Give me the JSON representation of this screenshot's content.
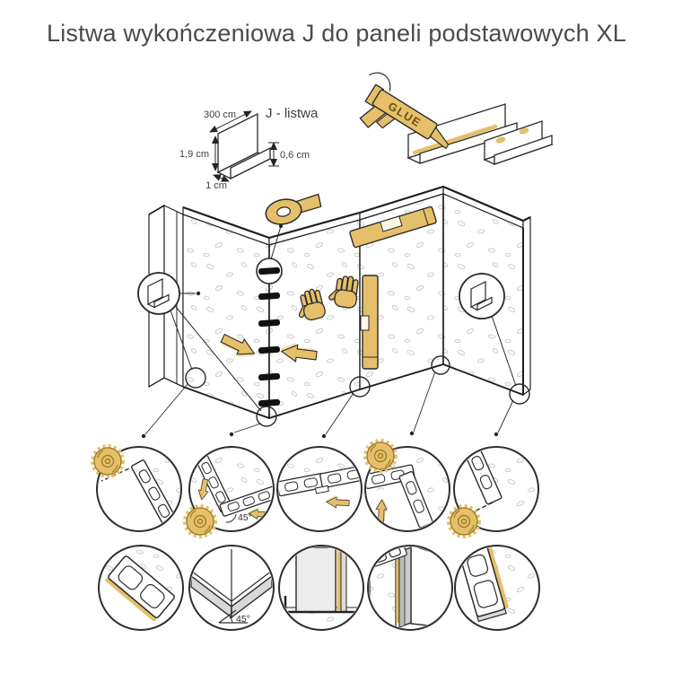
{
  "title": "Listwa wykończeniowa J do paneli podstawowych XL",
  "spec_drawing": {
    "product_label": "J - listwa",
    "length_label": "300 cm",
    "height_label": "1,9 cm",
    "lip_label": "0,6 cm",
    "base_label": "1 cm"
  },
  "glue_gun": {
    "label": "GLUE"
  },
  "step_details": {
    "corner_cut_angle_label": "45°",
    "miter_joint_angle_label": "45°"
  },
  "colors": {
    "accent_gold": "#E5BF6A",
    "gold_shadow": "#F1DDA6",
    "outline_dark": "#242424",
    "speckle_gray": "#CBCBCB",
    "board_gray": "#D8D8D8",
    "title_text": "#4B4B4B"
  }
}
